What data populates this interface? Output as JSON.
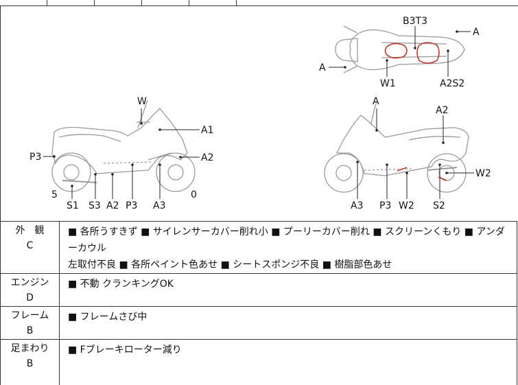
{
  "diagram": {
    "side_left": {
      "labels": [
        "W",
        "A1",
        "A2",
        "P3",
        "5",
        "S1",
        "S3",
        "A2",
        "P3",
        "A3",
        "0"
      ]
    },
    "side_right": {
      "labels": [
        "A",
        "A2",
        "W2",
        "A3",
        "P3",
        "W2",
        "S2"
      ]
    },
    "top_view": {
      "labels": [
        "B3T3",
        "A",
        "A",
        "W1",
        "A2S2"
      ]
    }
  },
  "condition_rows": [
    {
      "category": "外　観",
      "grade": "C",
      "items": [
        "各所うすきず",
        "サイレンサーカバー削れ小",
        "プーリーカバー削れ",
        "スクリーンくもり",
        "アンダーカウル左取付不良",
        "各所ペイント色あせ",
        "シートスポンジ不良",
        "樹脂部色あせ"
      ],
      "line1": "■ 各所うすきず ■ サイレンサーカバー削れ小 ■ プーリーカバー削れ ■ スクリーンくもり ■ アンダーカウル",
      "line2": "左取付不良 ■ 各所ペイント色あせ ■ シートスポンジ不良 ■ 樹脂部色あせ"
    },
    {
      "category": "エンジン",
      "grade": "D",
      "line1": "■ 不動 クランキングOK"
    },
    {
      "category": "フレーム",
      "grade": "B",
      "line1": "■ フレームさび中"
    },
    {
      "category": "足まわり",
      "grade": "B",
      "line1": "■ Fブレーキローター減り"
    }
  ],
  "colors": {
    "line": "#333333",
    "sketch": "#9a9a9a",
    "damage_mark": "#c0392b"
  }
}
